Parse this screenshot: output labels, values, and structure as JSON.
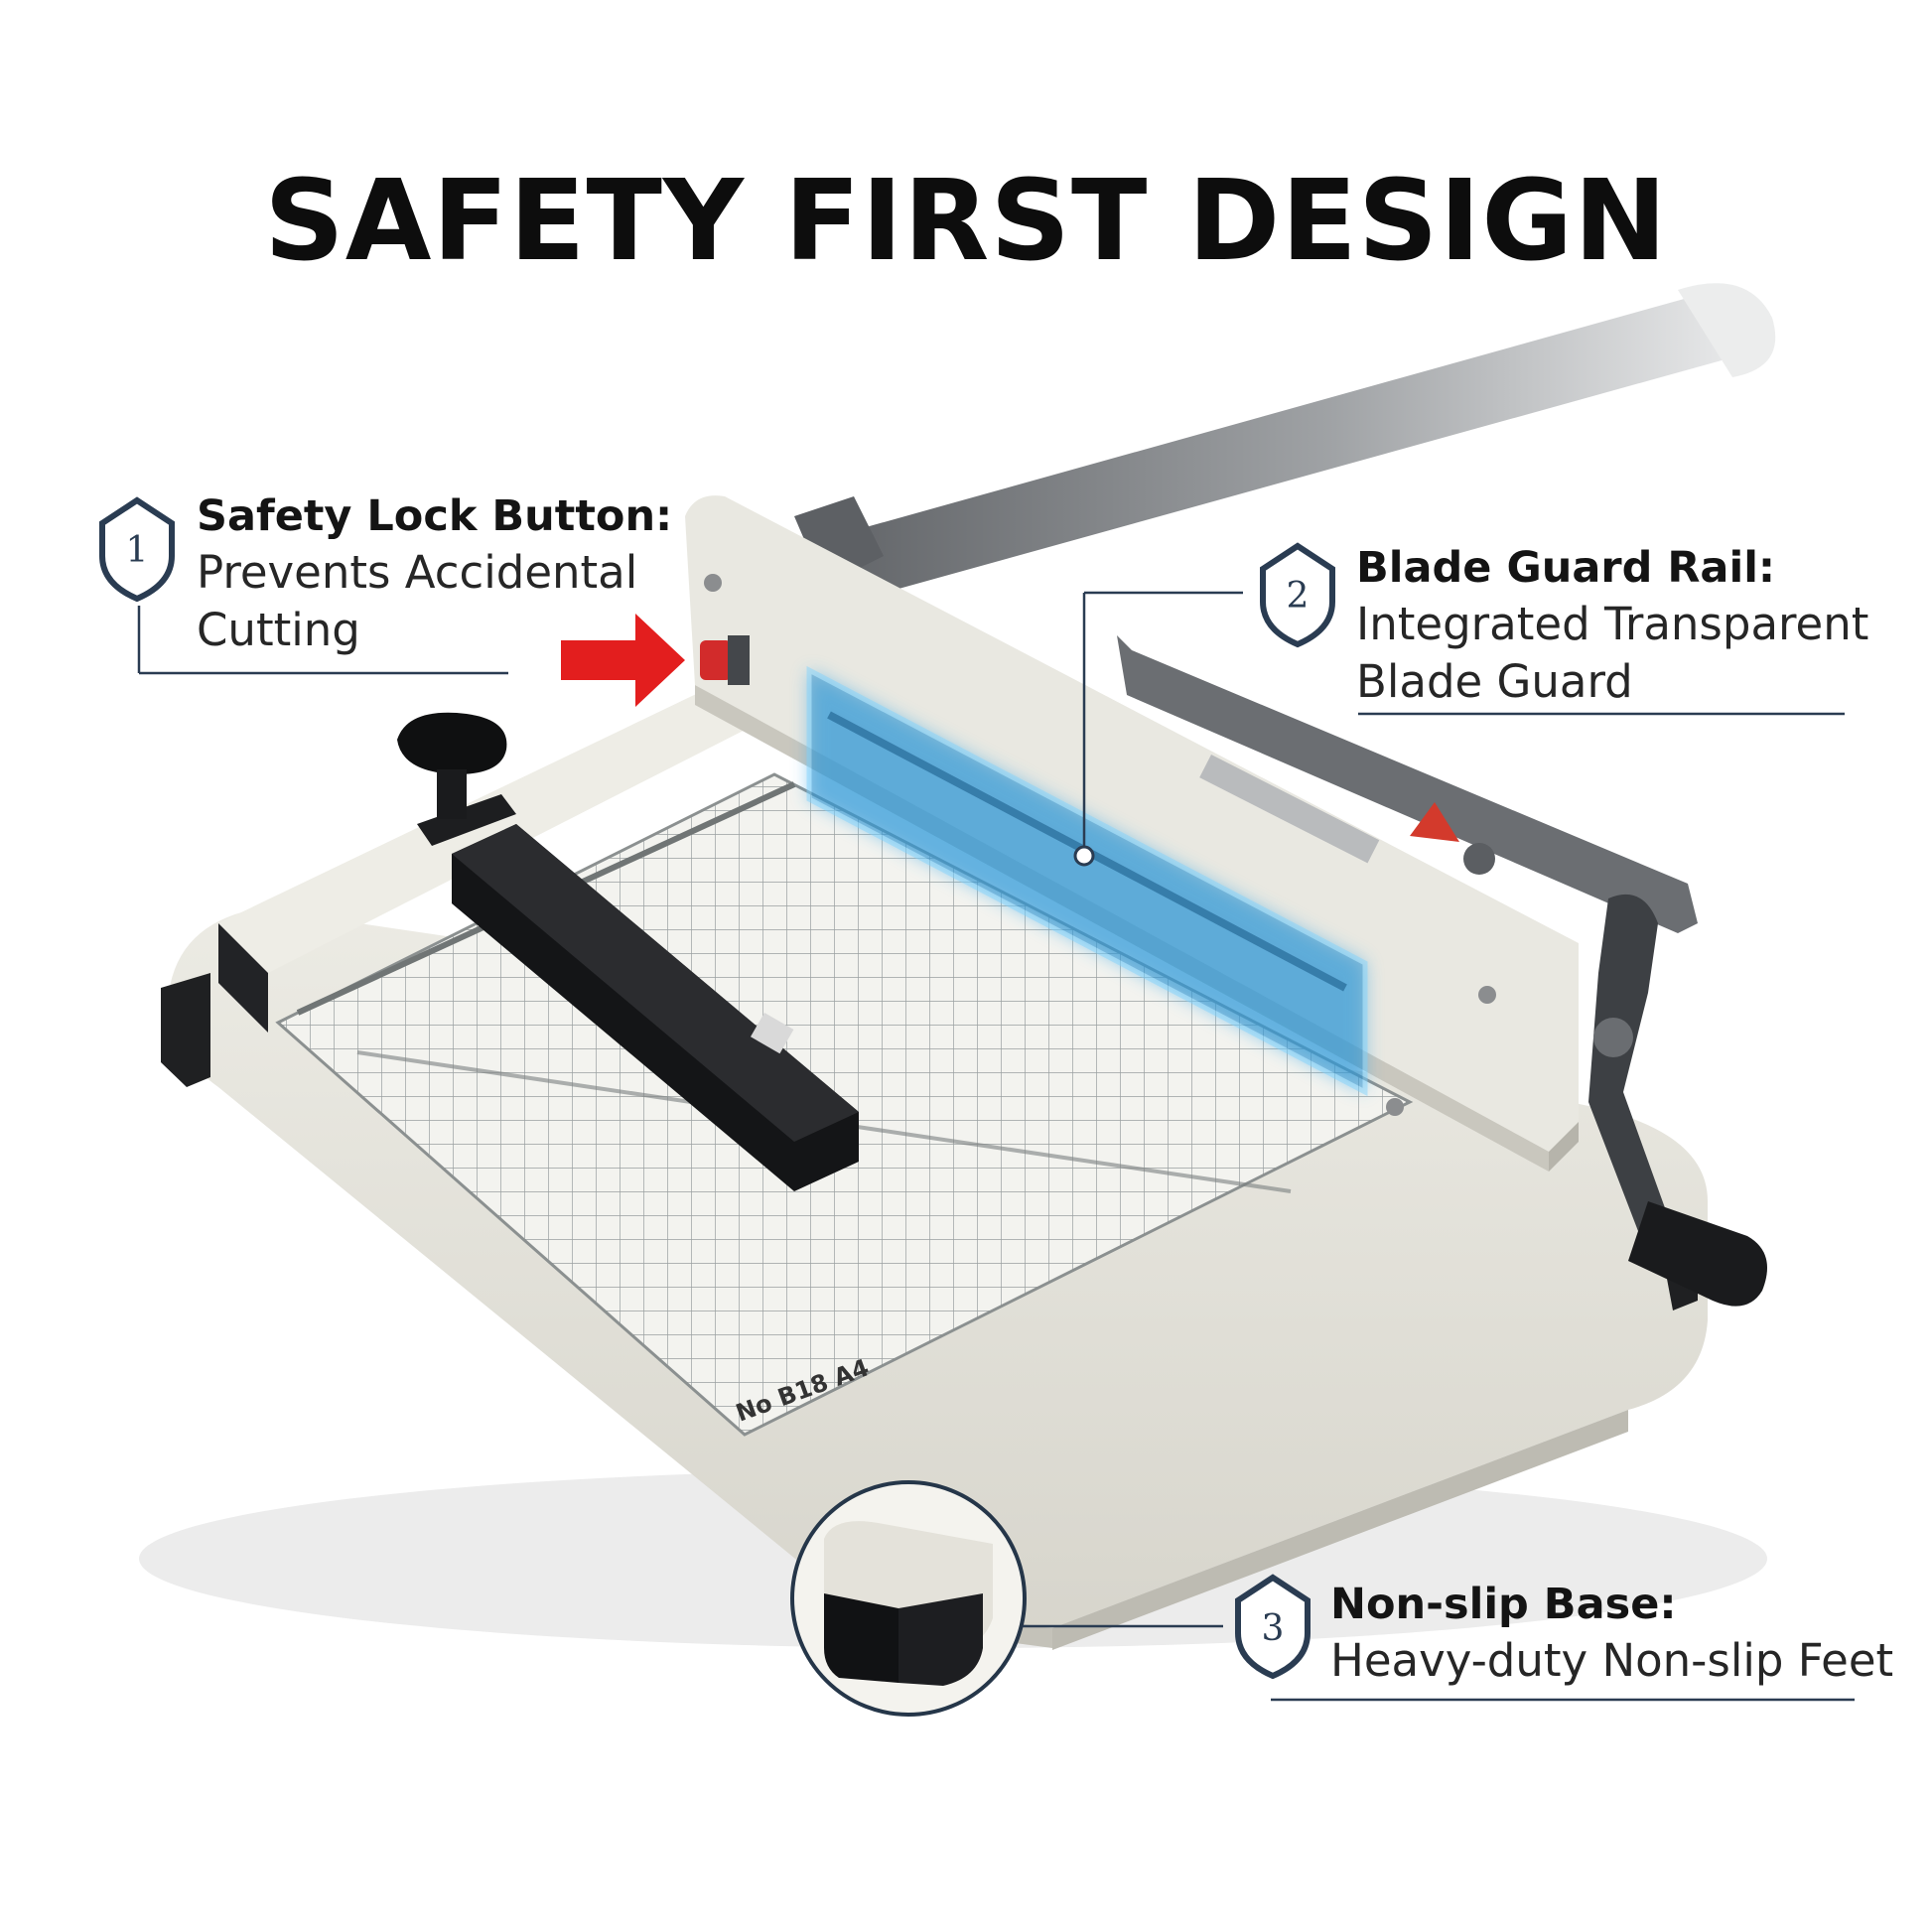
{
  "title": "SAFETY FIRST DESIGN",
  "colors": {
    "accent_blue": "#2fa8e8",
    "arrow_red": "#e31e1e",
    "rule_navy": "#2a3c52",
    "machine_cream": "#e7e5dc"
  },
  "features": [
    {
      "number": "1",
      "heading": "Safety Lock Button:",
      "description": [
        "Prevents Accidental",
        "Cutting"
      ]
    },
    {
      "number": "2",
      "heading": "Blade Guard Rail:",
      "description": [
        "Integrated Transparent",
        "Blade Guard"
      ]
    },
    {
      "number": "3",
      "heading": "Non-slip Base:",
      "description": [
        "Heavy-duty Non-slip Feet"
      ]
    }
  ],
  "product": {
    "name": "guillotine-paper-cutter",
    "mat_label": "No B18 A4"
  }
}
